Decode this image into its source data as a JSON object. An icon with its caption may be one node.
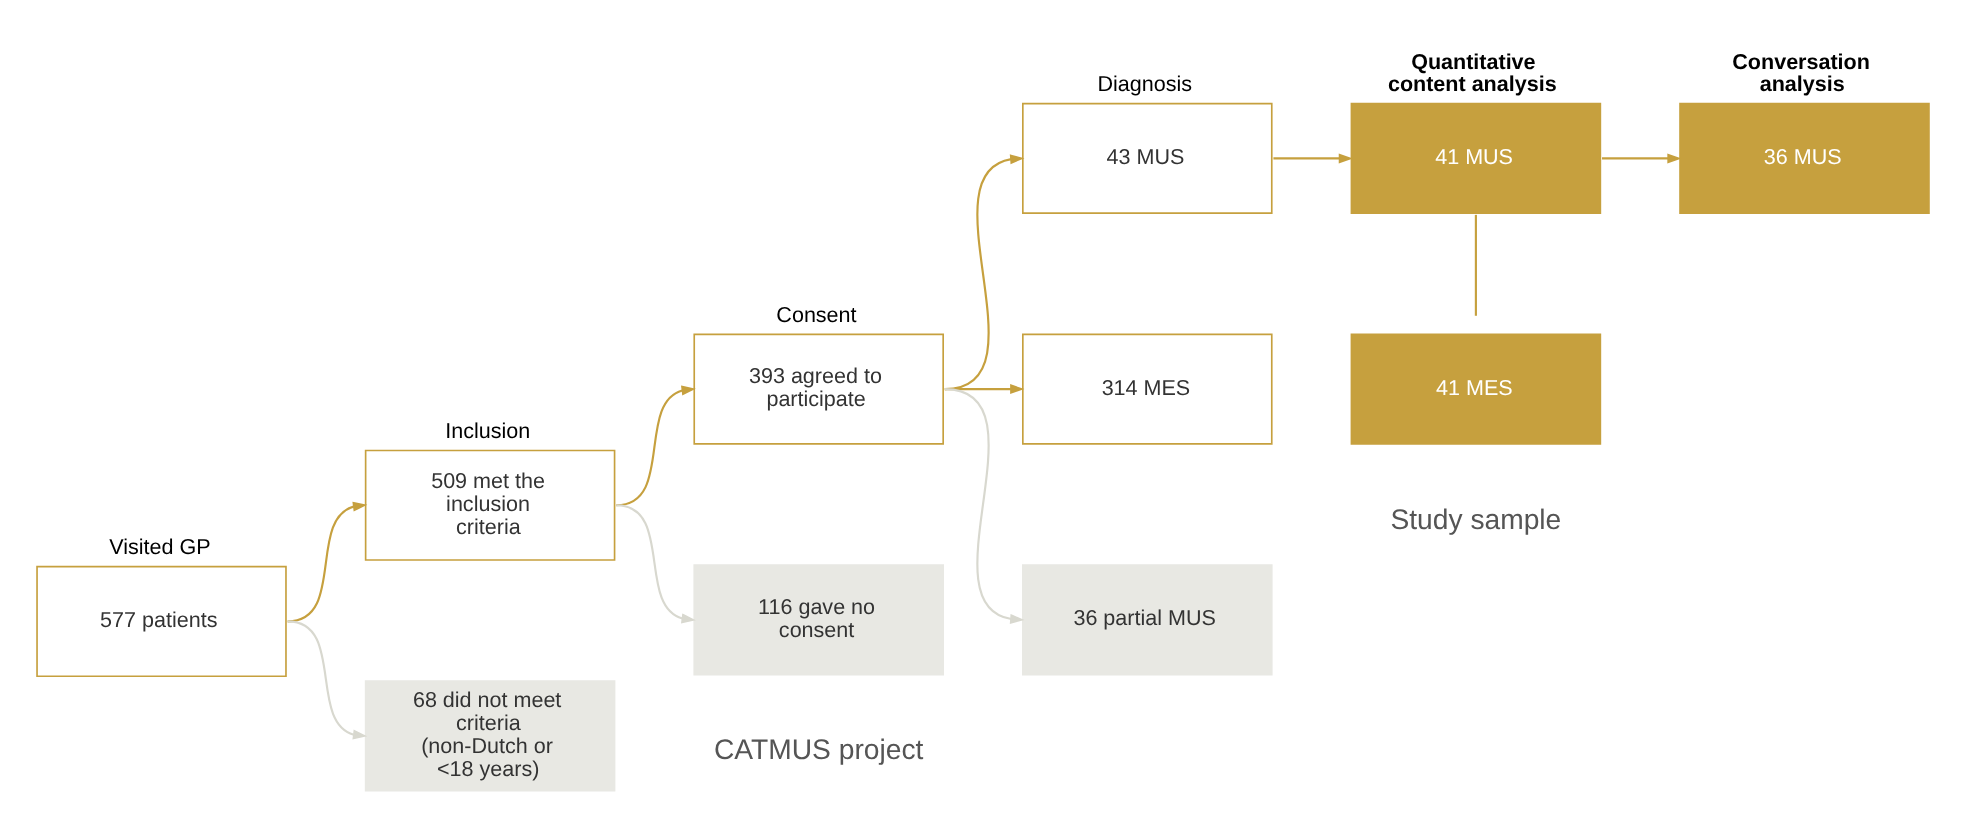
{
  "diagram": {
    "nodes": [
      {
        "text": [
          "Visited GP",
          "577 patients"
        ]
      },
      {
        "text": [
          "Inclusion",
          "509 met the inclusion criteria"
        ]
      },
      {
        "text": [
          "68 did not meet criteria (non-Dutch or <18 years)"
        ]
      },
      {
        "text": [
          "Consent",
          "393 agreed to participate"
        ]
      },
      {
        "text": [
          "116 gave no consent"
        ]
      },
      {
        "text": [
          "Diagnosis",
          "43 MUS"
        ]
      },
      {
        "text": [
          "314 MES"
        ]
      },
      {
        "text": [
          "36 partial MUS"
        ]
      },
      {
        "text": [
          "Quantitative content analysis",
          "41 MUS"
        ]
      },
      {
        "text": [
          "41 MES"
        ]
      },
      {
        "text": [
          "Conversation analysis",
          "36 MUS"
        ]
      }
    ],
    "edges": [
      {
        "from": 0,
        "to": 1,
        "arrow": "to"
      },
      {
        "from": 0,
        "to": 2,
        "arrow": "to",
        "color": "#d8d8cf"
      },
      {
        "from": 1,
        "to": 3,
        "arrow": "to"
      },
      {
        "from": 1,
        "to": 4,
        "arrow": "to",
        "color": "#d8d8cf"
      },
      {
        "from": 3,
        "to": 5,
        "arrow": "to"
      },
      {
        "from": 3,
        "to": 6,
        "arrow": "to"
      },
      {
        "from": 3,
        "to": 7,
        "arrow": "to",
        "color": "#d8d8cf"
      },
      {
        "from": 5,
        "to": 8,
        "arrow": "to"
      },
      {
        "from": 8,
        "to": 9,
        "arrow": "none"
      },
      {
        "from": 8,
        "to": 10,
        "arrow": "to"
      }
    ],
    "labels": [
      "CATMUS project",
      "Study sample"
    ]
  }
}
